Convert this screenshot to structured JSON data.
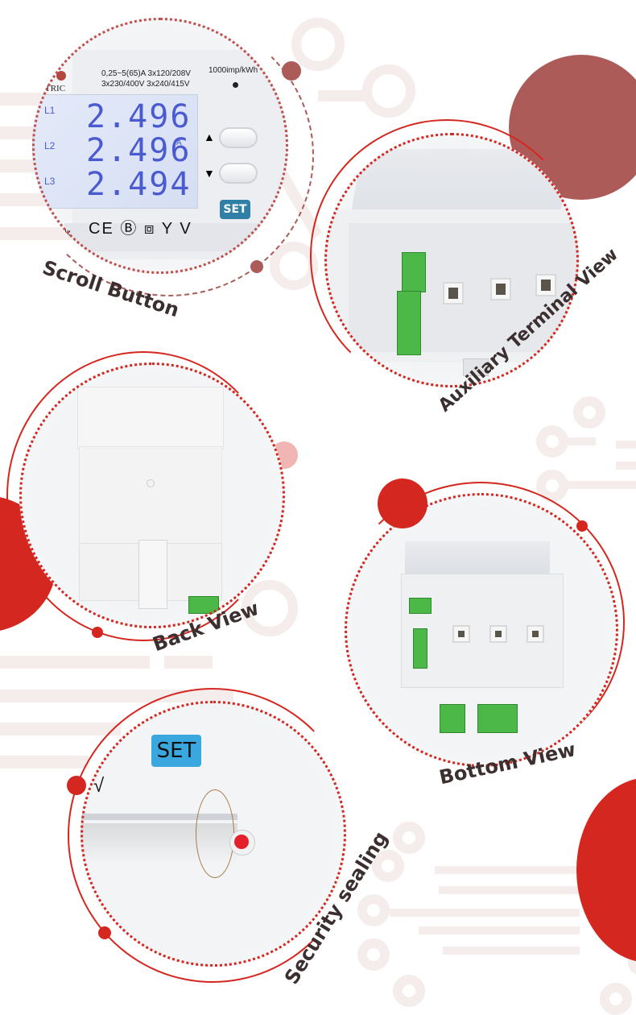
{
  "colors": {
    "accent_red": "#d4271f",
    "muted_red": "#ad5b58",
    "pink": "#f1b5b3",
    "trace": "#f5ecec",
    "label_text": "#3b2f2f",
    "lcd_digits": "#4a5bd0",
    "set_button": "#2f7fa6",
    "set_button_light": "#3aa7de",
    "terminal_green": "#4cb848"
  },
  "sections": [
    {
      "id": "scroll-button",
      "label": "Scroll Button",
      "meter": {
        "brand_fragment": "TRIC",
        "rating_line1": "0,25~5(65)A 3x120/208V",
        "rating_line2": "3x230/400V 3x240/415V",
        "impulse": "1000imp/kWh",
        "phases": [
          "L1",
          "L2",
          "L3"
        ],
        "readings": [
          "2.496",
          "2.496",
          "2.494"
        ],
        "unit": "A",
        "frequency_fragment": "0Hz",
        "certifications": "CE Ⓑ ⧈ Y V",
        "up_arrow": "▲",
        "down_arrow": "▼",
        "set_label": "SET"
      }
    },
    {
      "id": "auxiliary-terminal-view",
      "label": "Auxiliary Terminal View"
    },
    {
      "id": "back-view",
      "label": "Back View"
    },
    {
      "id": "bottom-view",
      "label": "Bottom View"
    },
    {
      "id": "security-sealing",
      "label": "Security sealing",
      "set_label": "SET"
    }
  ]
}
